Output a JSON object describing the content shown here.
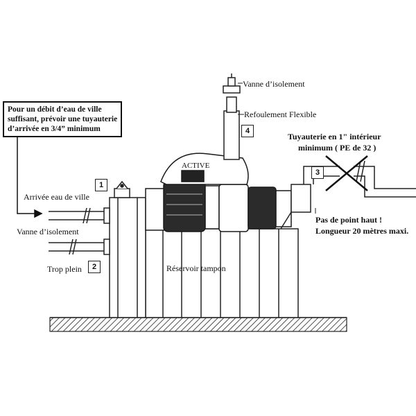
{
  "labels": {
    "vanne_isolement_top": "Vanne d’isolement",
    "refoulement": "Refoulement Flexible",
    "tuyauterie": "Tuyauterie en 1\" intérieur",
    "tuyauterie_line2": "minimum ( PE de 32 )",
    "active": "ACTIVE",
    "arrivee": "Arrivée eau de ville",
    "vanne_isolement_left": "Vanne d’isolement",
    "trop_plein": "Trop plein",
    "reservoir": "Réservoir tampon",
    "point_haut": "Pas de point haut !",
    "longueur": "Longueur 20 mètres maxi."
  },
  "note": {
    "line1": "Pour un débit d’eau de ville",
    "line2": "suffisant, prévoir une tuyauterie",
    "line3": "d’arrivée en 3/4” minimum"
  },
  "markers": {
    "m1": "1",
    "m2": "2",
    "m3": "3",
    "m4": "4"
  },
  "colors": {
    "line": "#1a1a1a",
    "fill_dark": "#2b2b2b",
    "fill_light": "#ffffff"
  }
}
